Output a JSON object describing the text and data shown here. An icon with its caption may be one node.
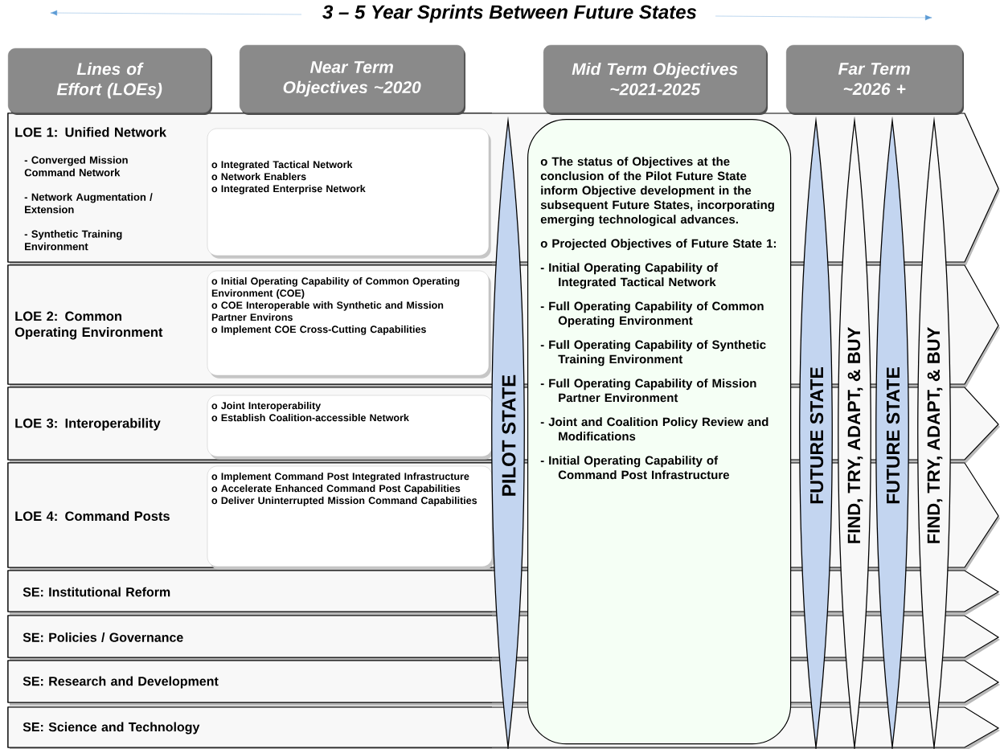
{
  "diagram": {
    "title": "3 – 5 Year Sprints Between Future States",
    "nodes": [
      {
        "text": [
          "Lines of Effort (LOEs)"
        ]
      },
      {
        "text": [
          "Near Term Objectives ~2020"
        ]
      },
      {
        "text": [
          "Mid Term Objectives ~2021-2025"
        ]
      },
      {
        "text": [
          "Far Term ~2026 +"
        ]
      },
      {
        "text": [
          "LOE 1: Unified Network",
          "- Converged Mission Command Network",
          "- Network Augmentation / Extension",
          "- Synthetic Training Environment"
        ]
      },
      {
        "text": [
          "o Integrated Tactical Network",
          "o Network Enablers",
          "o Integrated Enterprise Network"
        ],
        "in": 4
      },
      {
        "text": [
          "LOE 2: Common Operating Environment"
        ]
      },
      {
        "text": [
          "o Initial Operating Capability of Common Operating Environment (COE)",
          "o COE Interoperable with Synthetic and Mission Partner Environs",
          "o Implement COE Cross-Cutting Capabilities"
        ],
        "in": 6
      },
      {
        "text": [
          "LOE 3: Interoperability"
        ]
      },
      {
        "text": [
          "o Joint Interoperability",
          "o Establish Coalition-accessible Network"
        ],
        "in": 8
      },
      {
        "text": [
          "LOE 4: Command Posts"
        ]
      },
      {
        "text": [
          "o Implement Command Post Integrated Infrastructure",
          "o Accelerate Enhanced Command Post Capabilities",
          "o Deliver Uninterrupted Mission Command Capabilities"
        ],
        "in": 10
      },
      {
        "text": [
          "SE: Institutional Reform"
        ]
      },
      {
        "text": [
          "SE: Policies / Governance"
        ]
      },
      {
        "text": [
          "SE: Research and Development"
        ]
      },
      {
        "text": [
          "SE: Science and Technology"
        ]
      },
      {
        "text": [
          "PILOT STATE"
        ]
      },
      {
        "text": [
          "o The status of Objectives at the conclusion of the Pilot Future State inform Objective development in the subsequent Future States, incorporating emerging technological advances.",
          "o Projected Objectives of Future State 1:",
          "- Initial Operating Capability of Integrated Tactical Network",
          "- Full Operating Capability of Common Operating Environment",
          "- Full Operating Capability of Synthetic Training Environment",
          "- Full Operating Capability of Mission Partner Environment",
          "- Joint and Coalition Policy Review and Modifications",
          "- Initial Operating Capability of Command Post Infrastructure"
        ]
      },
      {
        "text": [
          "FUTURE STATE"
        ]
      },
      {
        "text": [
          "FIND, TRY, ADAPT, & BUY"
        ]
      },
      {
        "text": [
          "FUTURE STATE"
        ]
      },
      {
        "text": [
          "FIND, TRY, ADAPT, & BUY"
        ]
      }
    ]
  }
}
